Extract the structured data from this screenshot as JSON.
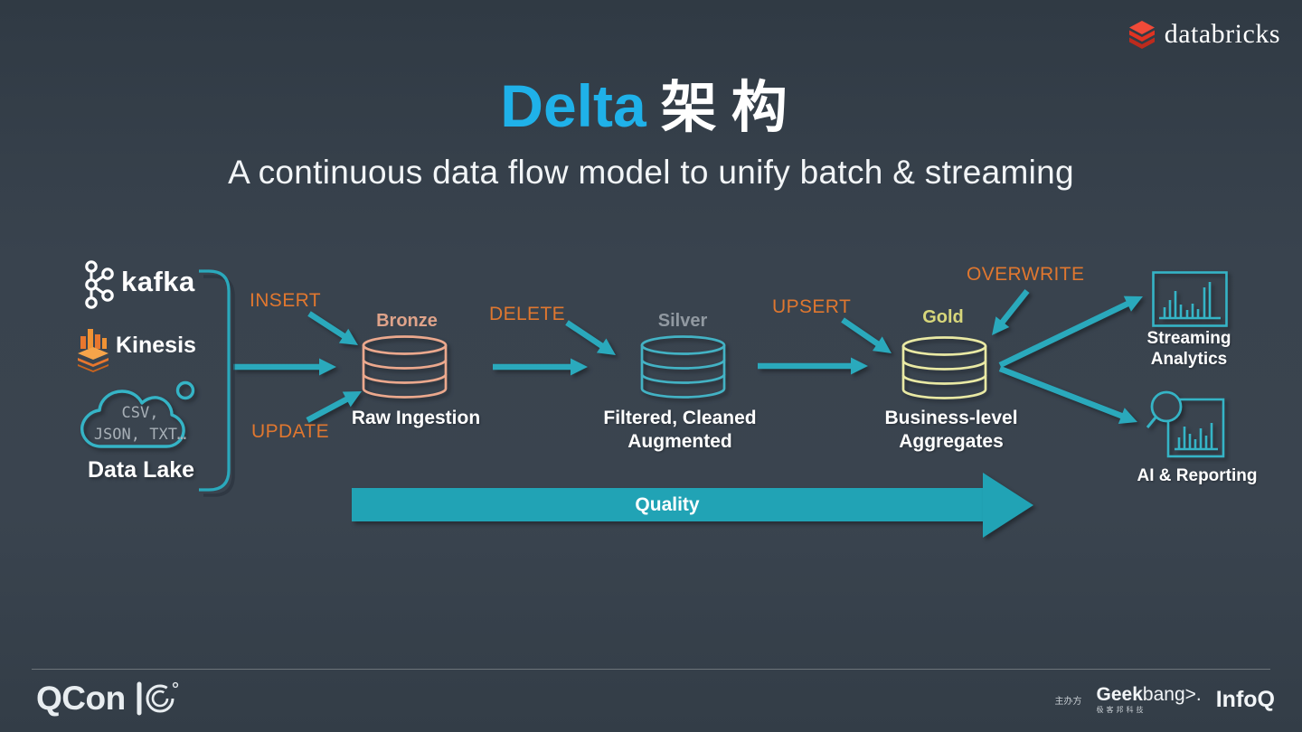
{
  "brand": {
    "name": "databricks"
  },
  "title": {
    "highlight": "Delta",
    "cjk": "架构",
    "subtitle": "A continuous data flow model to unify batch & streaming"
  },
  "sources": {
    "kafka_label": "kafka",
    "kinesis_label": "Kinesis",
    "cloud_text_line1": "CSV,",
    "cloud_text_line2": "JSON, TXT…",
    "caption": "Data Lake"
  },
  "operations": {
    "insert": "INSERT",
    "update": "UPDATE",
    "delete": "DELETE",
    "upsert": "UPSERT",
    "overwrite": "OVERWRITE"
  },
  "stages": [
    {
      "tier": "Bronze",
      "caption_line1": "Raw Ingestion",
      "caption_line2": ""
    },
    {
      "tier": "Silver",
      "caption_line1": "Filtered, Cleaned",
      "caption_line2": "Augmented"
    },
    {
      "tier": "Gold",
      "caption_line1": "Business-level",
      "caption_line2": "Aggregates"
    }
  ],
  "outputs": [
    {
      "label_line1": "Streaming",
      "label_line2": "Analytics"
    },
    {
      "label_line1": "AI & Reporting",
      "label_line2": ""
    }
  ],
  "quality": {
    "label": "Quality"
  },
  "footer": {
    "qcon": "QCon",
    "anniversary": "10",
    "host_label": "主办方",
    "geekbang_bold": "Geek",
    "geekbang_light": "bang>.",
    "geekbang_sub": "极客邦科技",
    "infoq": "InfoQ"
  },
  "colors": {
    "background": "#39434E",
    "teal": "#2AA9BC",
    "orange": "#E0772F",
    "bronze": "#EBA88D",
    "silver": "#43B2C4",
    "gold": "#E9E9A4",
    "title_blue": "#1FB1E9",
    "databricks_red": "#EE3D2C",
    "quality_bar": "#21A3B5"
  }
}
